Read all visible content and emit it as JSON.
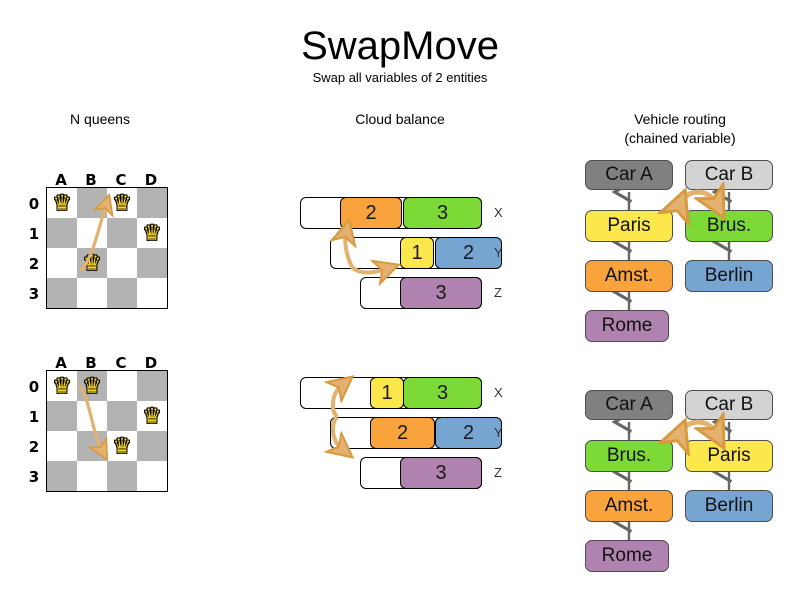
{
  "header": {
    "title": "SwapMove",
    "subtitle": "Swap all variables of 2 entities"
  },
  "columns": [
    {
      "id": "nqueens",
      "label": "N queens"
    },
    {
      "id": "cloudbalance",
      "label": "Cloud balance"
    },
    {
      "id": "vehiclerouting",
      "label": "Vehicle routing",
      "label2": "(chained variable)"
    }
  ],
  "colors": {
    "dark_square": "#b3b3b3",
    "light_square": "#ffffff",
    "queen": "#f5d527",
    "orange": "#f9a33c",
    "green": "#7cd936",
    "yellow": "#fce74d",
    "blue": "#76a5d2",
    "purple": "#b082b0",
    "car_a": "#808080",
    "car_b": "#d3d3d3",
    "arrow": "#e3b170",
    "arrow_stroke": "#d79a3f",
    "link": "#666666"
  },
  "nqueens": {
    "files": [
      "A",
      "B",
      "C",
      "D"
    ],
    "ranks": [
      "0",
      "1",
      "2",
      "3"
    ],
    "queen_glyph": "♛",
    "before": {
      "queens": [
        {
          "file": "A",
          "rank": "0",
          "col": 0,
          "row": 0
        },
        {
          "file": "C",
          "rank": "0",
          "col": 2,
          "row": 0
        },
        {
          "file": "D",
          "rank": "1",
          "col": 3,
          "row": 1
        },
        {
          "file": "B",
          "rank": "2",
          "col": 1,
          "row": 2
        }
      ],
      "move_arrow": {
        "from": "B2",
        "to": "C0"
      }
    },
    "after": {
      "queens": [
        {
          "file": "A",
          "rank": "0",
          "col": 0,
          "row": 0
        },
        {
          "file": "B",
          "rank": "0",
          "col": 1,
          "row": 0
        },
        {
          "file": "D",
          "rank": "1",
          "col": 3,
          "row": 1
        },
        {
          "file": "C",
          "rank": "2",
          "col": 2,
          "row": 2
        }
      ],
      "move_arrow": {
        "from": "B0",
        "to": "C2"
      }
    }
  },
  "cloudbalance": {
    "before": {
      "rows": [
        {
          "label": "X",
          "segments": [
            {
              "value": "2",
              "color": "orange"
            },
            {
              "value": "3",
              "color": "green"
            }
          ]
        },
        {
          "label": "Y",
          "segments": [
            {
              "value": "1",
              "color": "yellow"
            },
            {
              "value": "2",
              "color": "blue"
            }
          ]
        },
        {
          "label": "Z",
          "segments": [
            {
              "value": "3",
              "color": "purple"
            }
          ]
        }
      ]
    },
    "after": {
      "rows": [
        {
          "label": "X",
          "segments": [
            {
              "value": "1",
              "color": "yellow"
            },
            {
              "value": "3",
              "color": "green"
            }
          ]
        },
        {
          "label": "Y",
          "segments": [
            {
              "value": "2",
              "color": "orange"
            },
            {
              "value": "2",
              "color": "blue"
            }
          ]
        },
        {
          "label": "Z",
          "segments": [
            {
              "value": "3",
              "color": "purple"
            }
          ]
        }
      ]
    }
  },
  "vehiclerouting": {
    "before": {
      "chains": [
        {
          "vehicle": "Car A",
          "vehicle_color": "car_a",
          "stops": [
            {
              "name": "Paris",
              "color": "yellow"
            },
            {
              "name": "Amst.",
              "color": "orange"
            },
            {
              "name": "Rome",
              "color": "purple"
            }
          ]
        },
        {
          "vehicle": "Car B",
          "vehicle_color": "car_b",
          "stops": [
            {
              "name": "Brus.",
              "color": "green"
            },
            {
              "name": "Berlin",
              "color": "blue"
            }
          ]
        }
      ],
      "swap_arrow": {
        "from": "Paris",
        "to": "Brus."
      }
    },
    "after": {
      "chains": [
        {
          "vehicle": "Car A",
          "vehicle_color": "car_a",
          "stops": [
            {
              "name": "Brus.",
              "color": "green"
            },
            {
              "name": "Amst.",
              "color": "orange"
            },
            {
              "name": "Rome",
              "color": "purple"
            }
          ]
        },
        {
          "vehicle": "Car B",
          "vehicle_color": "car_b",
          "stops": [
            {
              "name": "Paris",
              "color": "yellow"
            },
            {
              "name": "Berlin",
              "color": "blue"
            }
          ]
        }
      ],
      "swap_arrow": {
        "from": "Brus.",
        "to": "Paris"
      }
    }
  }
}
